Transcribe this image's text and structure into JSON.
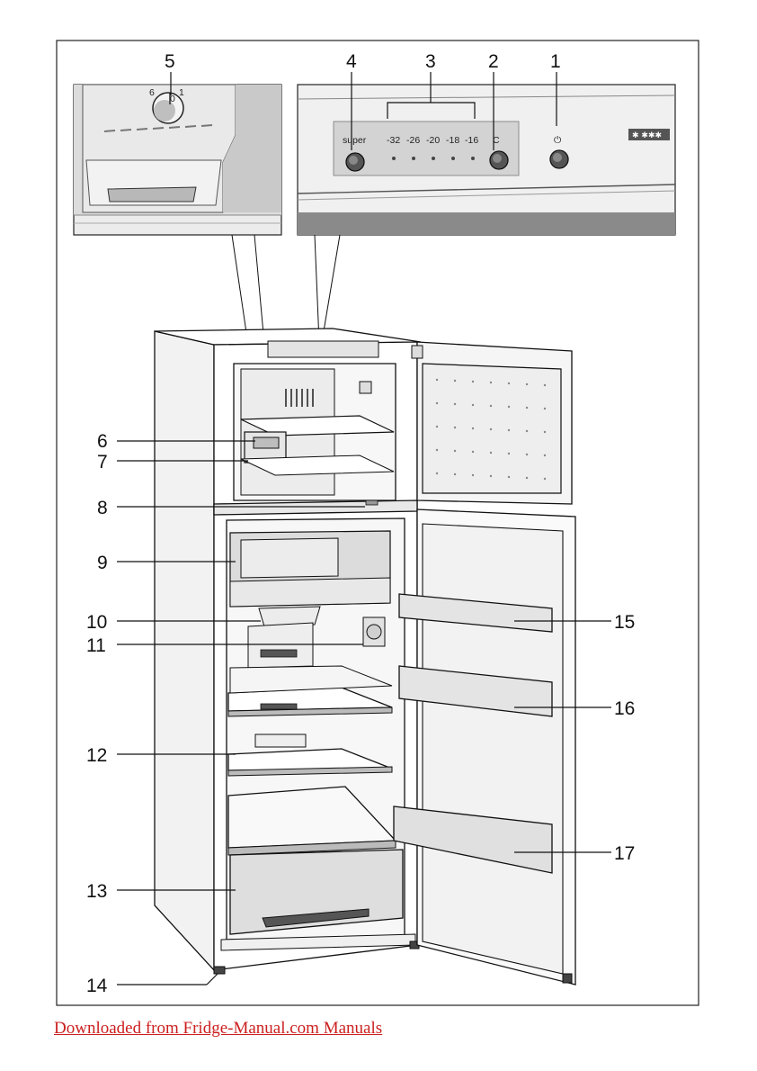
{
  "callouts": {
    "c1": "1",
    "c2": "2",
    "c3": "3",
    "c4": "4",
    "c5": "5",
    "c6": "6",
    "c7": "7",
    "c8": "8",
    "c9": "9",
    "c10": "10",
    "c11": "11",
    "c12": "12",
    "c13": "13",
    "c14": "14",
    "c15": "15",
    "c16": "16",
    "c17": "17"
  },
  "control_panel": {
    "super_label": "super",
    "scale": [
      "-32",
      "-26",
      "-20",
      "-18",
      "-16"
    ],
    "c_label": "C",
    "power_symbol": "⏻",
    "star_rating": "✱ ✱✱✱"
  },
  "thermostat_dial": {
    "mark_left": "6",
    "mark_right": "1",
    "mark_bottom": "0"
  },
  "footer": {
    "link_text": "Downloaded from Fridge-Manual.com Manuals"
  },
  "colors": {
    "outline": "#111111",
    "panel_grey": "#cfcfcf",
    "light_grey": "#e6e6e6",
    "link": "#cc1f1f"
  }
}
